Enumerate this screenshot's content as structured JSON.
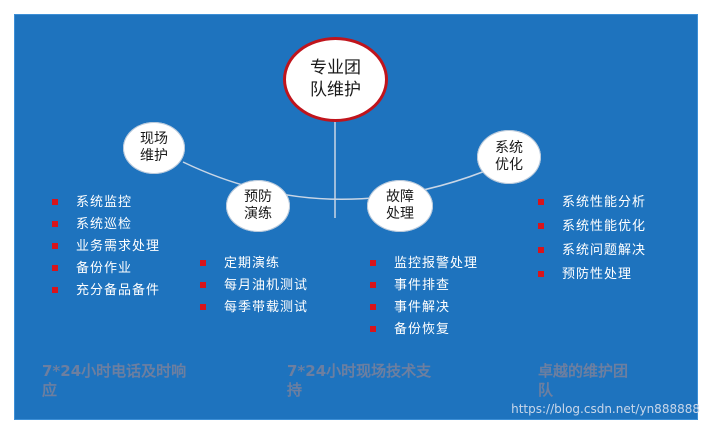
{
  "center_node": {
    "line1": "专业团",
    "line2": "队维护"
  },
  "nodes": {
    "onsite": {
      "line1": "现场",
      "line2": "维护"
    },
    "drill": {
      "line1": "预防",
      "line2": "演练"
    },
    "fault": {
      "line1": "故障",
      "line2": "处理"
    },
    "optimize": {
      "line1": "系统",
      "line2": "优化"
    }
  },
  "lists": {
    "onsite": [
      "系统监控",
      "系统巡检",
      "业务需求处理",
      "备份作业",
      "充分备品备件"
    ],
    "drill": [
      "定期演练",
      "每月油机测试",
      "每季带载测试"
    ],
    "fault": [
      "监控报警处理",
      "事件排查",
      "事件解决",
      "备份恢复"
    ],
    "optimize": [
      "系统性能分析",
      "系统性能优化",
      "系统问题解决",
      "预防性处理"
    ]
  },
  "captions": {
    "left": {
      "line1": "7*24小时电话及时响",
      "line2": "应"
    },
    "middle": {
      "line1": "7*24小时现场技术支",
      "line2": "持"
    },
    "right": {
      "line1": "卓越的维护团",
      "line2": "队"
    }
  },
  "watermark": "https://blog.csdn.net/yn888888",
  "colors": {
    "panel": "#1e73be",
    "accent_red": "#c0141c",
    "caption": "#6d7fa0"
  }
}
